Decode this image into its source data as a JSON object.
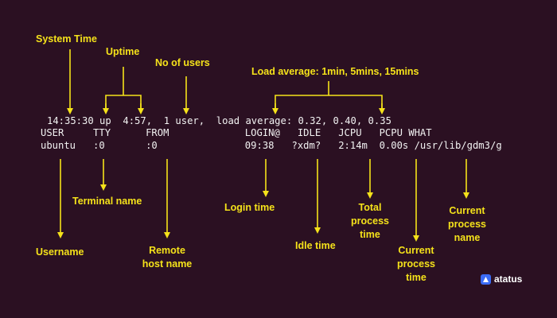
{
  "terminal": {
    "line1": "14:35:30 up  4:57,  1 user,  load average: 0.32, 0.40, 0.35",
    "line2": "USER     TTY      FROM             LOGIN@   IDLE   JCPU   PCPU WHAT",
    "line3": "ubuntu   :0       :0               09:38   ?xdm?   2:14m  0.00s /usr/lib/gdm3/g"
  },
  "labels": {
    "system_time": "System Time",
    "uptime": "Uptime",
    "no_of_users": "No of users",
    "load_average": "Load average: 1min, 5mins, 15mins",
    "terminal_name": "Terminal name",
    "username": "Username",
    "remote_host_name": [
      "Remote",
      "host name"
    ],
    "login_time": "Login time",
    "idle_time": "Idle time",
    "total_process_time": [
      "Total",
      "process",
      "time"
    ],
    "current_process_time": [
      "Current",
      "process",
      "time"
    ],
    "current_process_name": [
      "Current",
      "process",
      "name"
    ]
  },
  "brand": {
    "name": "atatus",
    "icon": "atatus-logo-icon"
  },
  "colors": {
    "background": "#2b1022",
    "accent": "#f5e21a",
    "text": "#f2f2f2"
  }
}
